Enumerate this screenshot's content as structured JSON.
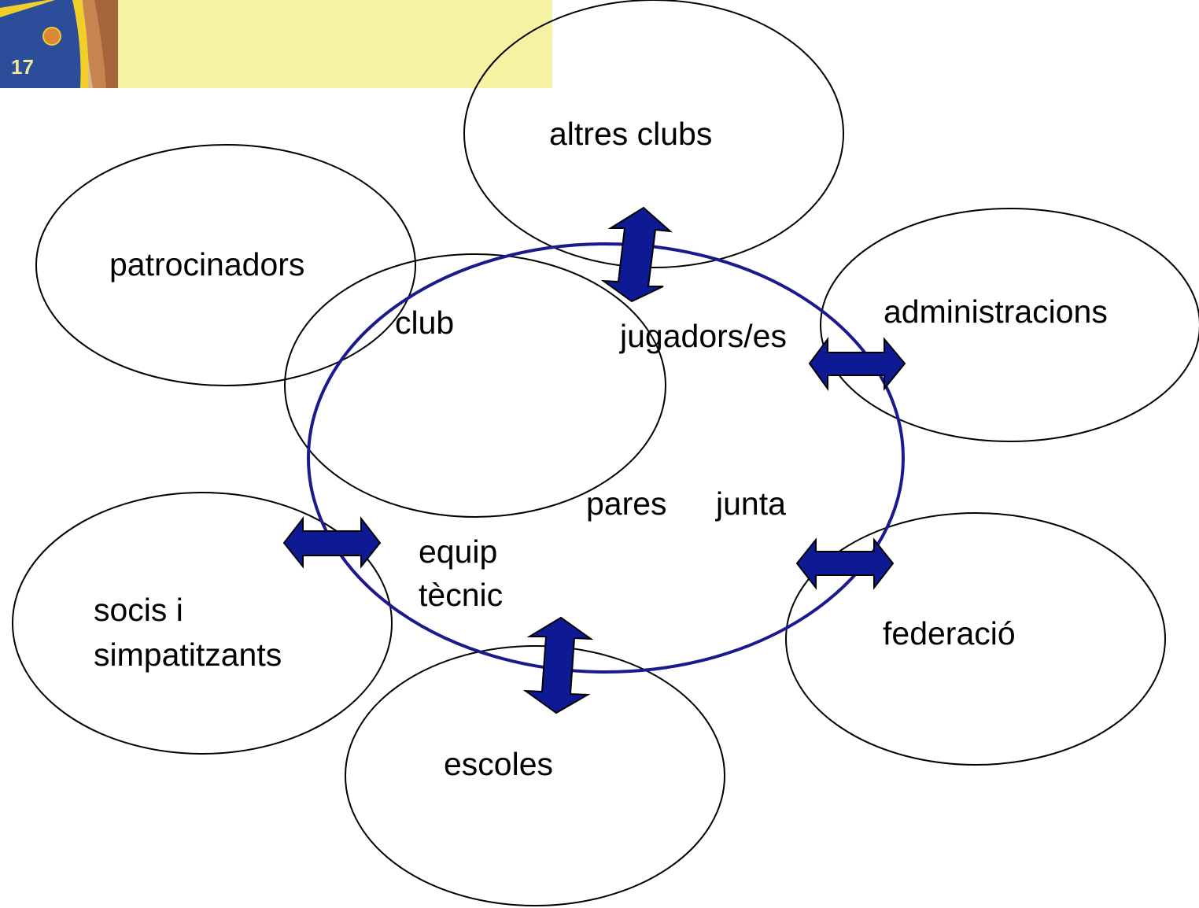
{
  "colors": {
    "banner_bg": "#f5f3a3",
    "central_ring": "#1a1a8c",
    "arrow_fill": "#0d1a94",
    "ellipse_stroke": "#000000",
    "text": "#000000"
  },
  "banner": {
    "image": "basketball-player-photo"
  },
  "nodes": {
    "altres_clubs": "altres clubs",
    "patrocinadors": "patrocinadors",
    "administracions": "administracions",
    "federacio": "federació",
    "escoles": "escoles",
    "socis_line1": "socis i",
    "socis_line2": "simpatitzants"
  },
  "center": {
    "club": "club",
    "jugadors": "jugadors/es",
    "pares": "pares",
    "junta": "junta",
    "equip": "equip",
    "tecnic": "tècnic"
  },
  "arrows": [
    {
      "name": "arrow-altres-clubs",
      "direction": "bidirectional"
    },
    {
      "name": "arrow-administracions",
      "direction": "bidirectional"
    },
    {
      "name": "arrow-federacio",
      "direction": "bidirectional"
    },
    {
      "name": "arrow-escoles",
      "direction": "bidirectional"
    },
    {
      "name": "arrow-socis",
      "direction": "bidirectional"
    }
  ]
}
